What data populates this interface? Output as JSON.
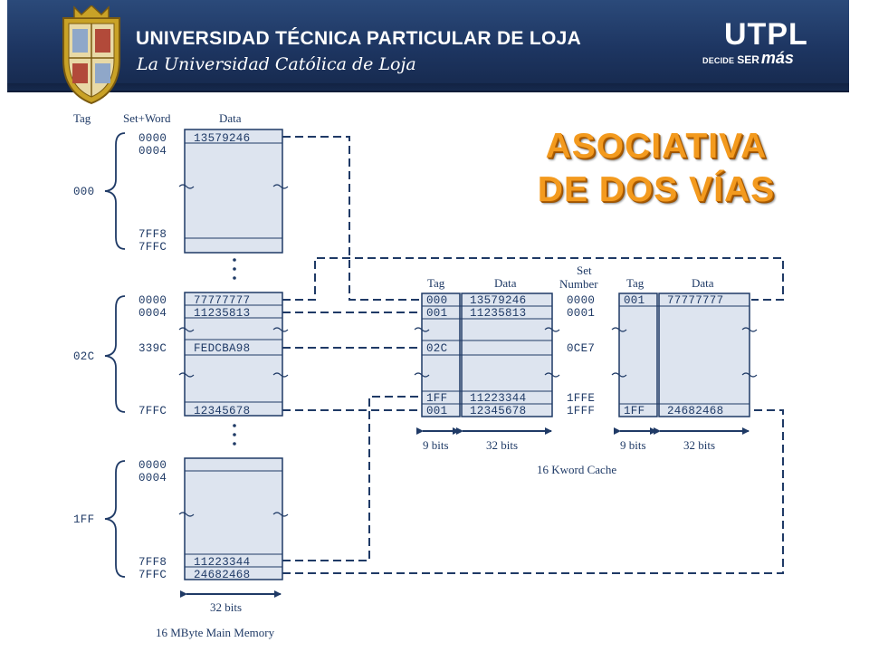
{
  "header": {
    "university": "UNIVERSIDAD TÉCNICA PARTICULAR DE LOJA",
    "subtitle": "La Universidad Católica de Loja",
    "brand": "UTPL",
    "tagline": [
      "DECIDE",
      "SER",
      "más"
    ]
  },
  "title": {
    "line1": "ASOCIATIVA",
    "line2": "DE  DOS  VÍAS"
  },
  "colors": {
    "line": "#1f3a66",
    "box_fill": "#dde4ef",
    "title": "#f39a1e",
    "banner": "#1d3561"
  },
  "main_memory": {
    "col_tag": "Tag",
    "col_setword": "Set+Word",
    "col_data": "Data",
    "blocks": [
      {
        "tag": "000",
        "addr_top": [
          "0000",
          "0004"
        ],
        "addr_mid": "",
        "addr_bottom": [
          "7FF8",
          "7FFC"
        ],
        "data_top": [
          "13579246",
          ""
        ],
        "data_mid": "",
        "data_bottom": [
          "",
          ""
        ]
      },
      {
        "tag": "02C",
        "addr_top": [
          "0000",
          "0004"
        ],
        "addr_mid": "339C",
        "addr_bottom": [
          "",
          "7FFC"
        ],
        "data_top": [
          "77777777",
          "11235813"
        ],
        "data_mid": "FEDCBA98",
        "data_bottom": [
          "",
          "12345678"
        ]
      },
      {
        "tag": "1FF",
        "addr_top": [
          "0000",
          "0004"
        ],
        "addr_mid": "",
        "addr_bottom": [
          "7FF8",
          "7FFC"
        ],
        "data_top": [
          "",
          ""
        ],
        "data_mid": "",
        "data_bottom": [
          "11223344",
          "24682468"
        ]
      }
    ],
    "width_label": "32 bits",
    "caption": "16 MByte Main Memory"
  },
  "cache": {
    "way0": {
      "col_tag": "Tag",
      "col_data": "Data",
      "tags": [
        "000",
        "001",
        "02C",
        "1FF",
        "001"
      ],
      "data": [
        "13579246",
        "11235813",
        "",
        "11223344",
        "12345678"
      ],
      "tag_bits": "9 bits",
      "data_bits": "32 bits"
    },
    "set_number_label": [
      "Set",
      "Number"
    ],
    "set_numbers": [
      "0000",
      "0001",
      "0CE7",
      "1FFE",
      "1FFF"
    ],
    "way1": {
      "col_tag": "Tag",
      "col_data": "Data",
      "tags": [
        "001",
        "",
        "",
        "",
        "1FF"
      ],
      "data": [
        "77777777",
        "",
        "",
        "",
        "24682468"
      ],
      "tag_bits": "9 bits",
      "data_bits": "32 bits"
    },
    "caption": "16 Kword Cache"
  }
}
